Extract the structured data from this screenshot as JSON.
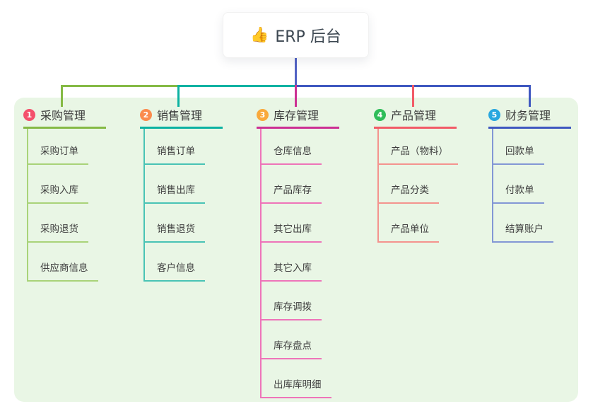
{
  "root": {
    "icon": "👍",
    "label": "ERP 后台"
  },
  "colors": {
    "panel_background": "#e9f6e5",
    "root_connector": "#5262c4",
    "root_text": "#3d4852",
    "label_text": "#3c3c3c"
  },
  "branches": [
    {
      "index": "1",
      "label": "采购管理",
      "badge_color": "#f4516c",
      "line_color": "#85ba45",
      "light_color": "#a9d379",
      "children": [
        "采购订单",
        "采购入库",
        "采购退货",
        "供应商信息"
      ]
    },
    {
      "index": "2",
      "label": "销售管理",
      "badge_color": "#fb8b4d",
      "line_color": "#0cb2a2",
      "light_color": "#49c3b5",
      "children": [
        "销售订单",
        "销售出库",
        "销售退货",
        "客户信息"
      ]
    },
    {
      "index": "3",
      "label": "库存管理",
      "badge_color": "#f9a93c",
      "line_color": "#cc3093",
      "light_color": "#ee74b9",
      "children": [
        "仓库信息",
        "产品库存",
        "其它出库",
        "其它入库",
        "库存调拨",
        "库存盘点",
        "出库库明细"
      ]
    },
    {
      "index": "4",
      "label": "产品管理",
      "badge_color": "#2fbd59",
      "line_color": "#f25a67",
      "light_color": "#f4938e",
      "children": [
        "产品（物料）",
        "产品分类",
        "产品单位"
      ]
    },
    {
      "index": "5",
      "label": "财务管理",
      "badge_color": "#29a7df",
      "line_color": "#3f58c0",
      "light_color": "#8397d5",
      "children": [
        "回款单",
        "付款单",
        "结算账户"
      ]
    }
  ]
}
